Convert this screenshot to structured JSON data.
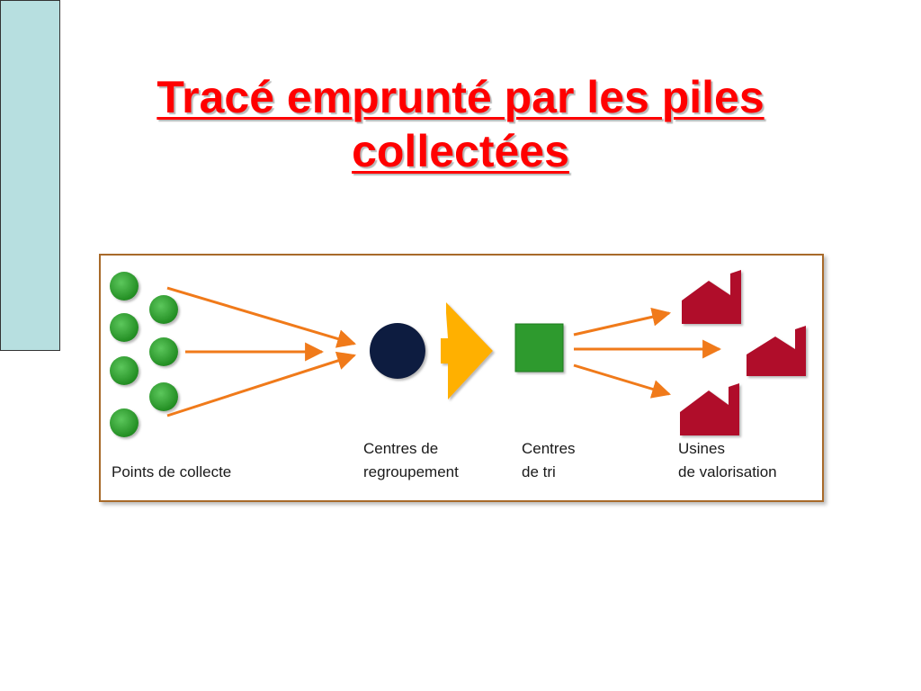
{
  "slide": {
    "title_line1": "Tracé emprunté par les piles",
    "title_line2": "collectées",
    "title_color": "#ff0000"
  },
  "diagram": {
    "stages": [
      {
        "id": "points",
        "label_lines": [
          "Points de collecte"
        ],
        "icon": "green-dot-cluster-icon",
        "color": "#2e9e2e"
      },
      {
        "id": "regroupement",
        "label_lines": [
          "Centres de",
          "regroupement"
        ],
        "icon": "navy-circle-icon",
        "color": "#0d1a40"
      },
      {
        "id": "tri",
        "label_lines": [
          "Centres",
          "de tri"
        ],
        "icon": "green-square-icon",
        "color": "#2f9a2f"
      },
      {
        "id": "usines",
        "label_lines": [
          "Usines",
          "de valorisation"
        ],
        "icon": "factory-icon",
        "color": "#b0102a"
      }
    ],
    "arrow_color": "#f07a1a",
    "process_arrow_color": "#ffb000",
    "frame_color": "#a86a2a"
  }
}
